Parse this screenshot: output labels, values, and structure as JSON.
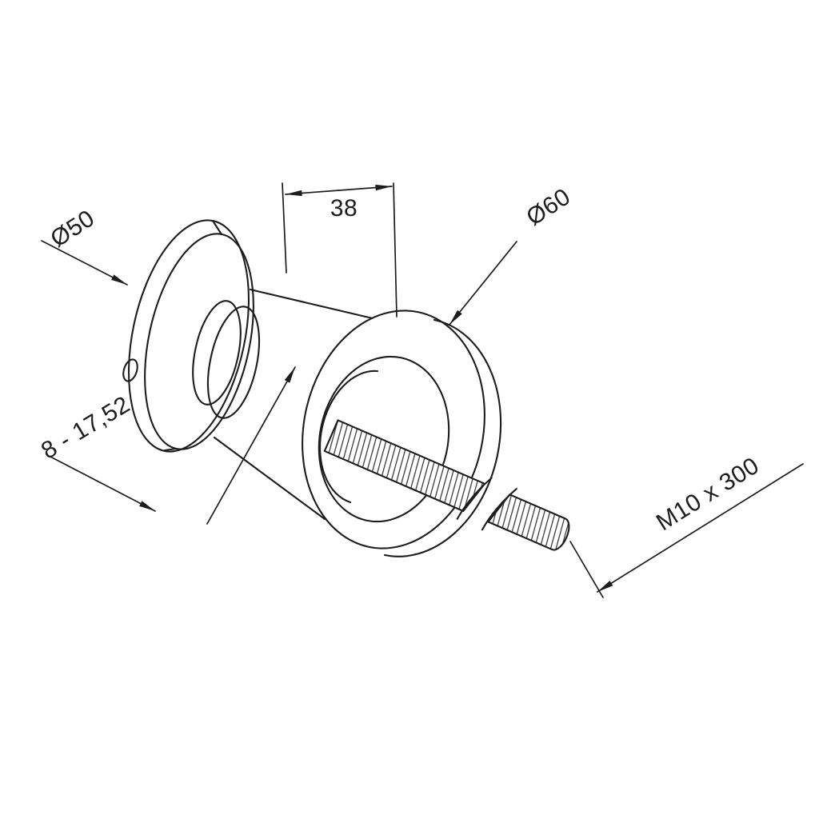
{
  "drawing_labels": {
    "front_plate_diameter": "Ø50",
    "body_width": "38",
    "flange_diameter": "Ø60",
    "clamp_range": "8 - 17,52",
    "thread_spec": "M10 x 300"
  },
  "colors": {
    "line": "#1d1d1b",
    "background": "#ffffff"
  }
}
